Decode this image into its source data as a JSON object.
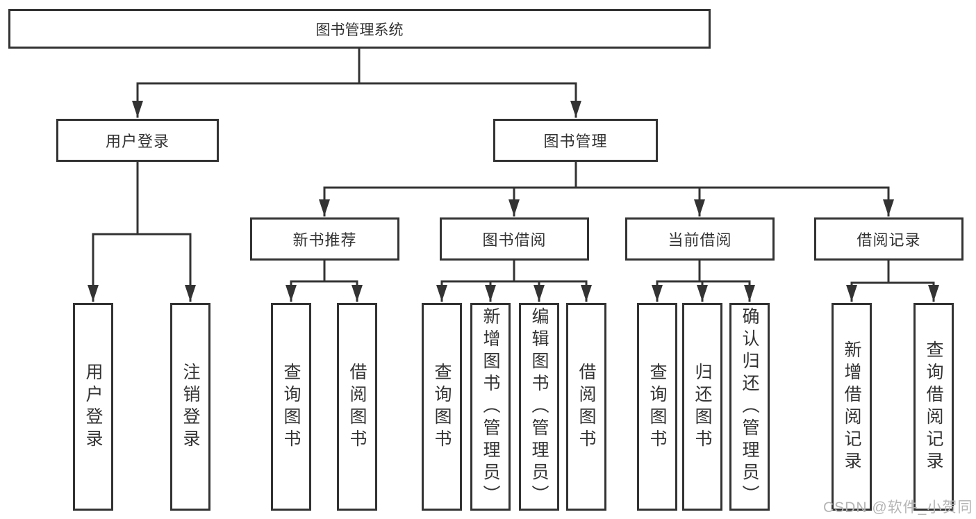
{
  "diagram": {
    "root": {
      "label": "图书管理系统"
    },
    "children": [
      {
        "label": "用户登录",
        "children": [
          {
            "label": "用户登录"
          },
          {
            "label": "注销登录"
          }
        ]
      },
      {
        "label": "图书管理",
        "children": [
          {
            "label": "新书推荐",
            "children": [
              {
                "label": "查询图书"
              },
              {
                "label": "借阅图书"
              }
            ]
          },
          {
            "label": "图书借阅",
            "children": [
              {
                "label": "查询图书"
              },
              {
                "label": "新增图书（管理员）"
              },
              {
                "label": "编辑图书（管理员）"
              },
              {
                "label": "借阅图书"
              }
            ]
          },
          {
            "label": "当前借阅",
            "children": [
              {
                "label": "查询图书"
              },
              {
                "label": "归还图书"
              },
              {
                "label": "确认归还（管理员）"
              }
            ]
          },
          {
            "label": "借阅记录",
            "children": [
              {
                "label": "新增借阅记录"
              },
              {
                "label": "查询借阅记录"
              }
            ]
          }
        ]
      }
    ]
  },
  "watermark": {
    "label": "CSDN @软件_小贺同学"
  },
  "colors": {
    "line": "#333333",
    "node_border": "#333333",
    "text": "#333333",
    "watermark_text": "#b5b5b5",
    "background": "#ffffff"
  }
}
